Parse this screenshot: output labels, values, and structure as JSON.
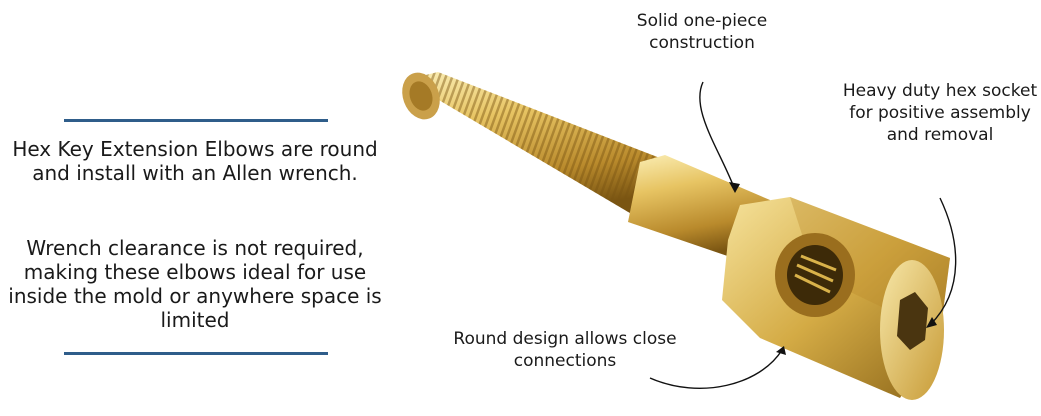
{
  "description": {
    "paragraph1": "Hex Key Extension Elbows are round and install with an Allen wrench.",
    "paragraph2": "Wrench clearance is not required, making these elbows ideal for use inside the mold or anywhere space is limited"
  },
  "callouts": {
    "solid": "Solid one-piece construction",
    "hex": "Heavy duty hex socket for positive assembly and removal",
    "round": "Round design allows close connections"
  },
  "colors": {
    "rule": "#2f5d8a",
    "brass_light": "#f3dc8a",
    "brass_mid": "#d9b24a",
    "brass_dark": "#8a6418"
  }
}
